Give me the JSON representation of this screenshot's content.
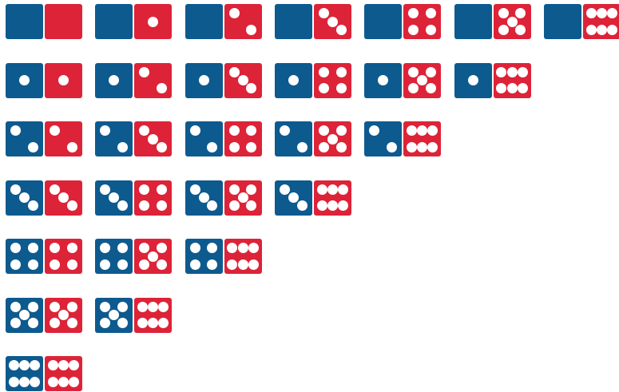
{
  "colors": {
    "left_half": "#0d5a8f",
    "right_half": "#dd2338",
    "pip": "#ffffff",
    "background": "#ffffff"
  },
  "dominoes": [
    [
      0,
      0
    ],
    [
      0,
      1
    ],
    [
      0,
      2
    ],
    [
      0,
      3
    ],
    [
      0,
      4
    ],
    [
      0,
      5
    ],
    [
      0,
      6
    ],
    [
      1,
      1
    ],
    [
      1,
      2
    ],
    [
      1,
      3
    ],
    [
      1,
      4
    ],
    [
      1,
      5
    ],
    [
      1,
      6
    ],
    [
      2,
      2
    ],
    [
      2,
      3
    ],
    [
      2,
      4
    ],
    [
      2,
      5
    ],
    [
      2,
      6
    ],
    [
      3,
      3
    ],
    [
      3,
      4
    ],
    [
      3,
      5
    ],
    [
      3,
      6
    ],
    [
      4,
      4
    ],
    [
      4,
      5
    ],
    [
      4,
      6
    ],
    [
      5,
      5
    ],
    [
      5,
      6
    ],
    [
      6,
      6
    ]
  ]
}
